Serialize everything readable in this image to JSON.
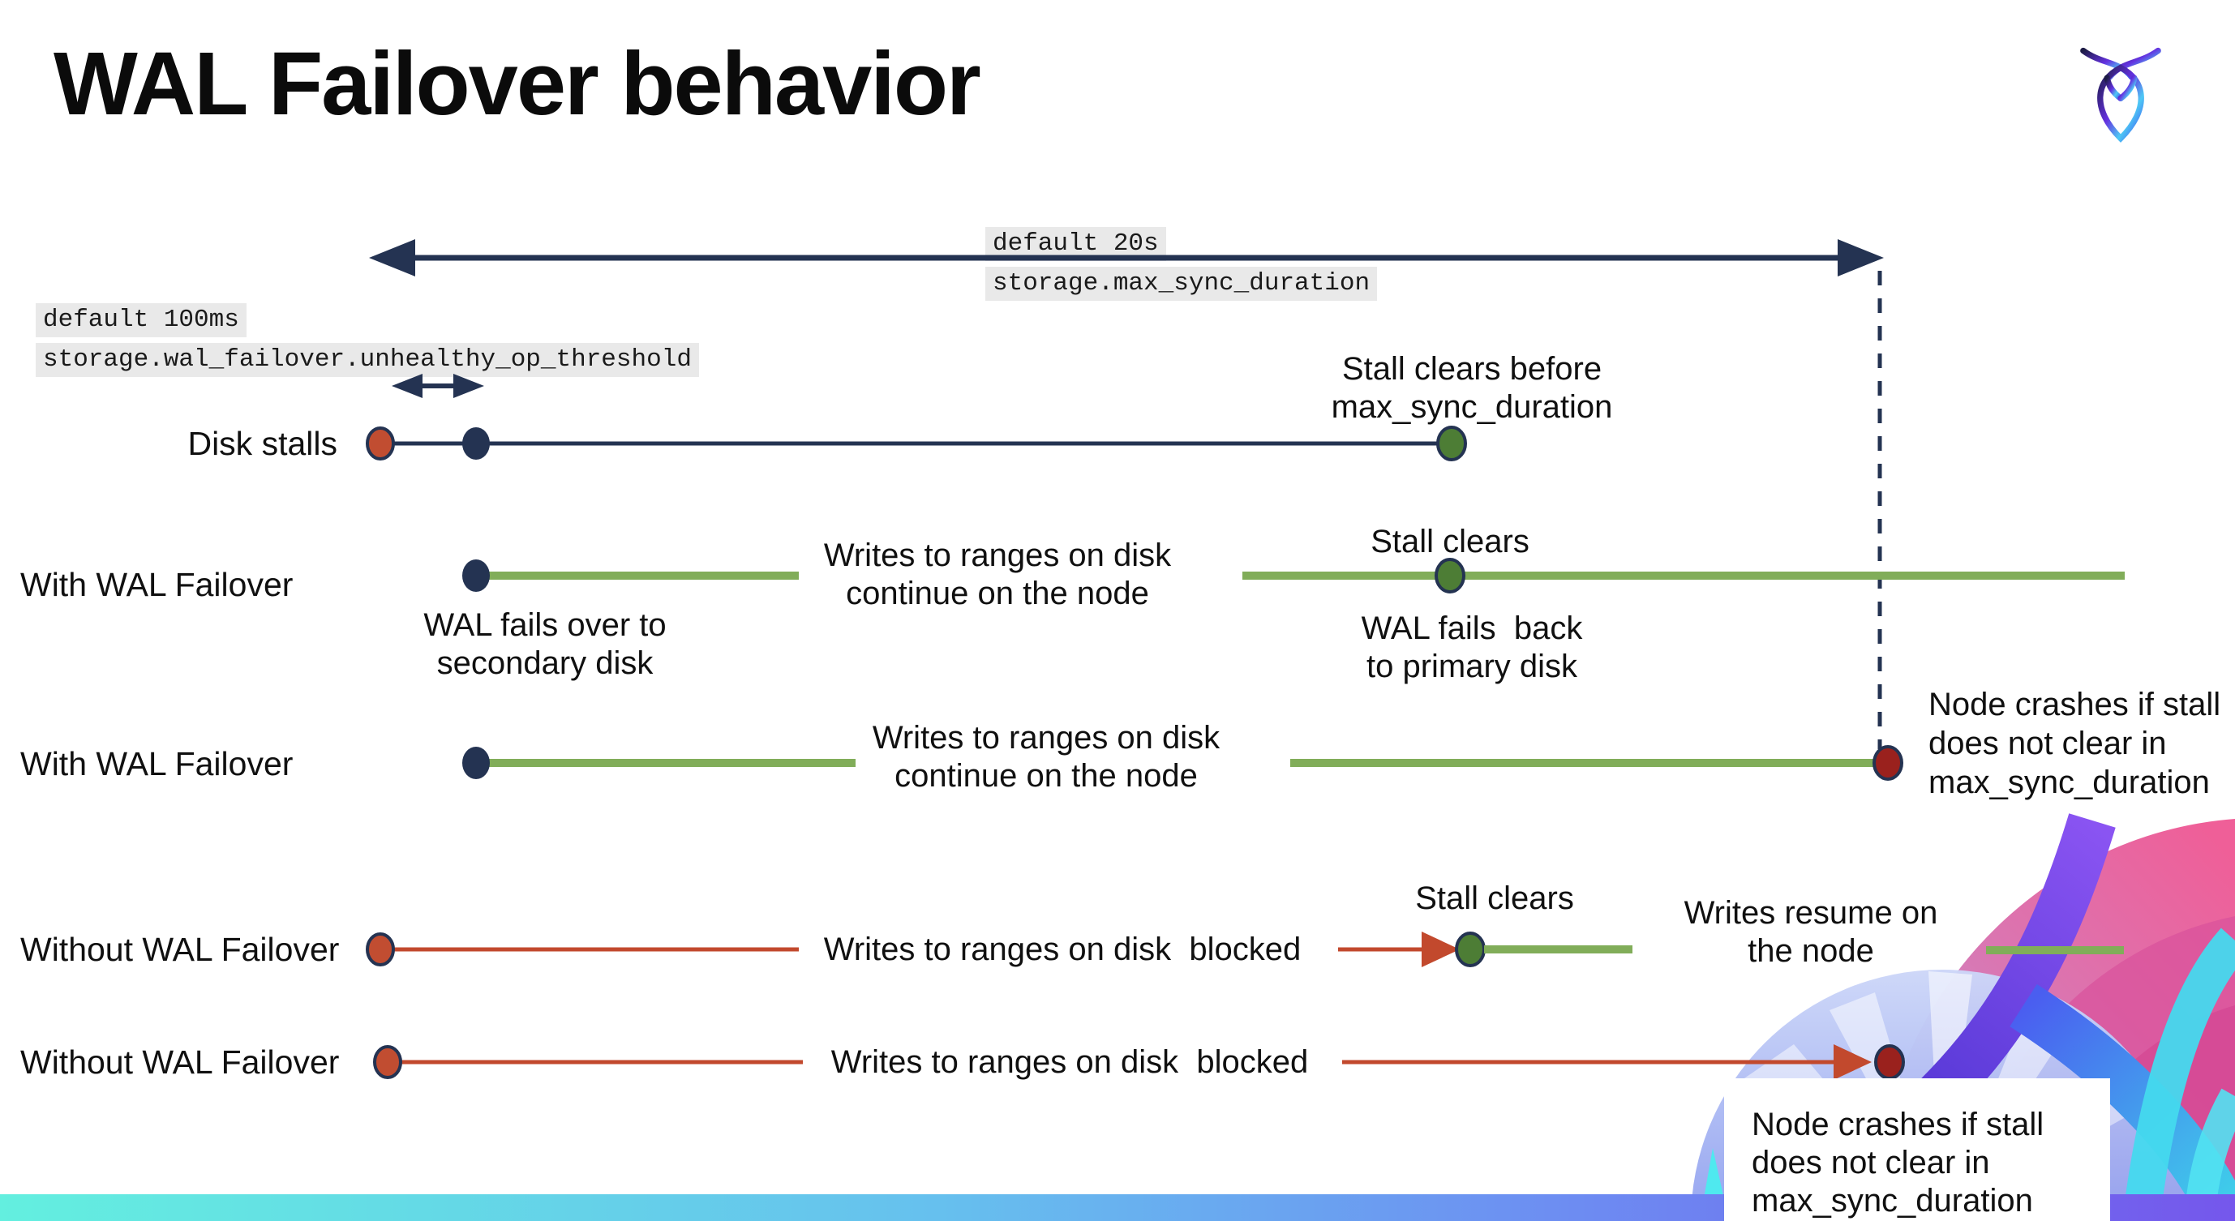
{
  "title": "WAL Failover behavior",
  "logo": {
    "name": "cockroachdb-logo"
  },
  "settings": {
    "max_sync_duration": {
      "default_label": "default 20s",
      "setting_name": "storage.max_sync_duration"
    },
    "unhealthy_op_threshold": {
      "default_label": "default 100ms",
      "setting_name": "storage.wal_failover.unhealthy_op_threshold"
    }
  },
  "rows": [
    {
      "label": "Disk stalls"
    },
    {
      "label": "With WAL Failover"
    },
    {
      "label": "With WAL Failover"
    },
    {
      "label": "Without WAL Failover"
    },
    {
      "label": "Without WAL Failover"
    }
  ],
  "annotations": {
    "stall_clears_before": "Stall clears before\nmax_sync_duration",
    "wal_fails_over": "WAL fails over to\nsecondary disk",
    "wal_fails_back": "WAL fails  back\nto primary disk",
    "writes_continue_row2": "Writes to ranges on disk\ncontinue on the node",
    "writes_continue_row3": "Writes to ranges on disk\ncontinue on the node",
    "stall_clears_row2": "Stall clears",
    "stall_clears_row4": "Stall clears",
    "node_crashes_row3": "Node crashes if stall\ndoes not clear in\nmax_sync_duration",
    "writes_blocked_row4": "Writes to ranges on disk  blocked",
    "writes_blocked_row5": "Writes to ranges on disk  blocked",
    "writes_resume": "Writes resume on\nthe node",
    "node_crashes_row5": "Node crashes if stall\ndoes not clear in\nmax_sync_duration"
  },
  "colors": {
    "navy": "#243352",
    "green_line": "#81ad59",
    "green_dot": "#4d7d35",
    "red_line": "#c2492d",
    "red_dot": "#c14d31",
    "crash_dot": "#9a211d",
    "code_background": "#e9e9e9",
    "bar_gradient": [
      "#63efdf",
      "#66c0ee",
      "#6d8df2",
      "#7557ec"
    ],
    "art_pink": "#ef5f98",
    "art_purple": "#7a46ea",
    "art_blue": "#4a5ef0",
    "art_cyan": "#3ed3ea"
  }
}
